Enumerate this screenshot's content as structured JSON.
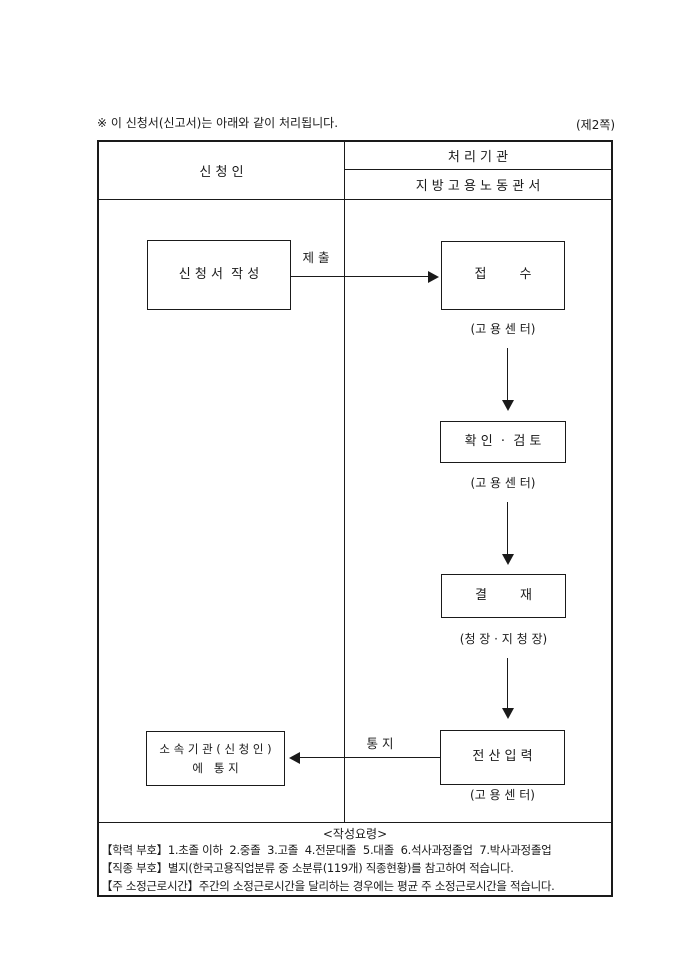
{
  "page": {
    "top_note": "※ 이 신청서(신고서)는 아래와 같이 처리됩니다.",
    "page_marker": "(제2쪽)"
  },
  "table": {
    "applicant_header": "신 청 인",
    "agency_header": "처 리 기 관",
    "agency_subheader": "지 방 고 용 노 동 관 서"
  },
  "flow": {
    "write_box": "신 청 서  작 성",
    "submit_label": "제 출",
    "receipt_box": "접        수",
    "receipt_caption": "(고 용 센 터)",
    "confirm_box": "확 인  ·  검 토",
    "confirm_caption": "(고 용 센 터)",
    "approve_box": "결        재",
    "approve_caption": "(청 장 · 지 청 장)",
    "input_box": "전 산 입 력",
    "input_caption": "(고 용 센 터)",
    "notify_label": "통 지",
    "notify_box_line1": "소 속 기 관 ( 신 청 인 )",
    "notify_box_line2": "에   통 지"
  },
  "notes": {
    "title": "<작성요령>",
    "lines": [
      "【학력 부호】1.초졸 이하  2.중졸  3.고졸  4.전문대졸  5.대졸  6.석사과정졸업  7.박사과정졸업",
      "【직종 부호】별지(한국고용직업분류 중 소분류(119개) 직종현황)를 참고하여 적습니다.",
      "【주 소정근로시간】주간의 소정근로시간을 달리하는 경우에는 평균 주 소정근로시간을 적습니다."
    ]
  }
}
